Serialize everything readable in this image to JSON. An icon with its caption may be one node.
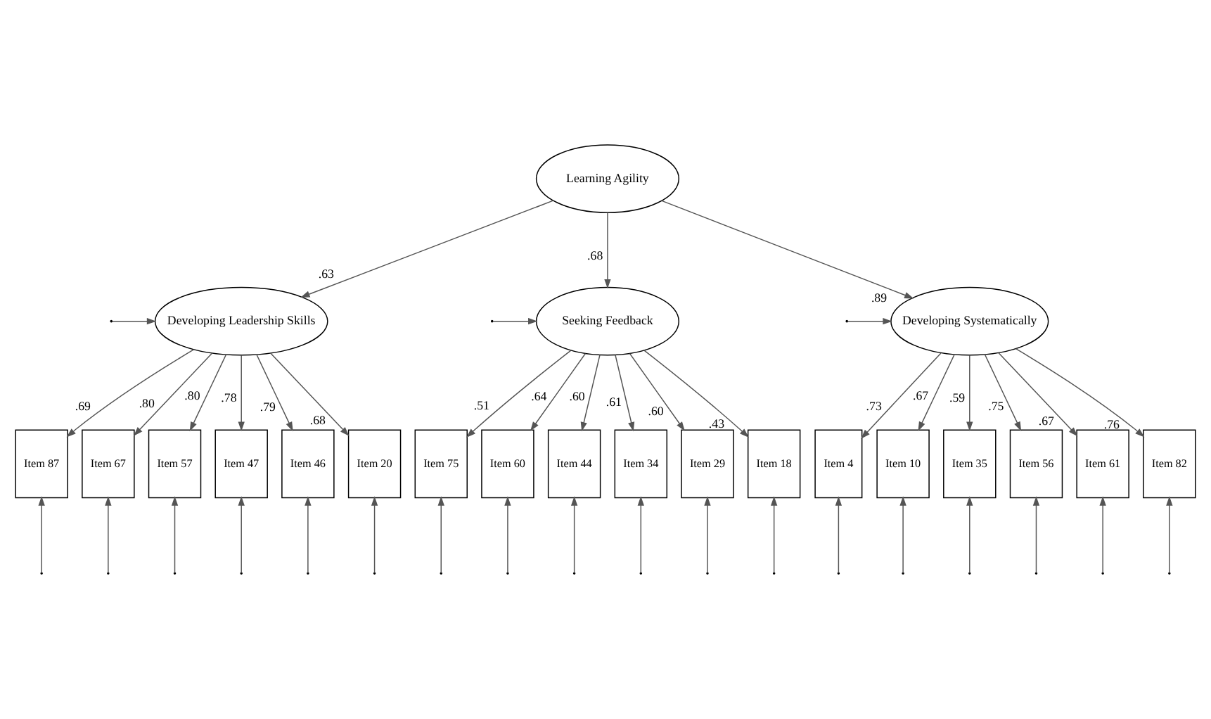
{
  "diagram": {
    "nodes": [
      {
        "text": [
          "Learning Agility"
        ]
      },
      {
        "text": [
          "Developing Leadership Skills"
        ]
      },
      {
        "text": [
          "Seeking Feedback"
        ]
      },
      {
        "text": [
          "Developing Systematically"
        ]
      },
      {
        "text": [
          "Item 87"
        ]
      },
      {
        "text": [
          "Item 67"
        ]
      },
      {
        "text": [
          "Item 57"
        ]
      },
      {
        "text": [
          "Item 47"
        ]
      },
      {
        "text": [
          "Item 46"
        ]
      },
      {
        "text": [
          "Item 20"
        ]
      },
      {
        "text": [
          "Item 75"
        ]
      },
      {
        "text": [
          "Item 60"
        ]
      },
      {
        "text": [
          "Item 44"
        ]
      },
      {
        "text": [
          "Item 34"
        ]
      },
      {
        "text": [
          "Item 29"
        ]
      },
      {
        "text": [
          "Item 18"
        ]
      },
      {
        "text": [
          "Item 4"
        ]
      },
      {
        "text": [
          "Item 10"
        ]
      },
      {
        "text": [
          "Item 35"
        ]
      },
      {
        "text": [
          "Item 56"
        ]
      },
      {
        "text": [
          "Item 61"
        ]
      },
      {
        "text": [
          "Item 82"
        ]
      }
    ],
    "edges": [
      {
        "from": 0,
        "to": 1,
        "arrow": "to",
        "label": ".63"
      },
      {
        "from": 0,
        "to": 2,
        "arrow": "to",
        "label": ".68"
      },
      {
        "from": 0,
        "to": 3,
        "arrow": "to",
        "label": ".89"
      },
      {
        "from": 1,
        "to": 4,
        "arrow": "to",
        "label": ".69"
      },
      {
        "from": 1,
        "to": 5,
        "arrow": "to",
        "label": ".80"
      },
      {
        "from": 1,
        "to": 6,
        "arrow": "to",
        "label": ".80"
      },
      {
        "from": 1,
        "to": 7,
        "arrow": "to",
        "label": ".78"
      },
      {
        "from": 1,
        "to": 8,
        "arrow": "to",
        "label": ".79"
      },
      {
        "from": 1,
        "to": 9,
        "arrow": "to",
        "label": ".68"
      },
      {
        "from": 2,
        "to": 10,
        "arrow": "to",
        "label": ".51"
      },
      {
        "from": 2,
        "to": 11,
        "arrow": "to",
        "label": ".64"
      },
      {
        "from": 2,
        "to": 12,
        "arrow": "to",
        "label": ".60"
      },
      {
        "from": 2,
        "to": 13,
        "arrow": "to",
        "label": ".61"
      },
      {
        "from": 2,
        "to": 14,
        "arrow": "to",
        "label": ".60"
      },
      {
        "from": 2,
        "to": 15,
        "arrow": "to",
        "label": ".43"
      },
      {
        "from": 3,
        "to": 16,
        "arrow": "to",
        "label": ".73"
      },
      {
        "from": 3,
        "to": 17,
        "arrow": "to",
        "label": ".67"
      },
      {
        "from": 3,
        "to": 18,
        "arrow": "to",
        "label": ".59"
      },
      {
        "from": 3,
        "to": 19,
        "arrow": "to",
        "label": ".75"
      },
      {
        "from": 3,
        "to": 20,
        "arrow": "to",
        "label": ".67"
      },
      {
        "from": 3,
        "to": 21,
        "arrow": "to",
        "label": ".76"
      },
      {
        "from": null,
        "to": 1,
        "arrow": "to"
      },
      {
        "from": null,
        "to": 2,
        "arrow": "to"
      },
      {
        "from": null,
        "to": 3,
        "arrow": "to"
      },
      {
        "from": null,
        "to": 4,
        "arrow": "to"
      },
      {
        "from": null,
        "to": 5,
        "arrow": "to"
      },
      {
        "from": null,
        "to": 6,
        "arrow": "to"
      },
      {
        "from": null,
        "to": 7,
        "arrow": "to"
      },
      {
        "from": null,
        "to": 8,
        "arrow": "to"
      },
      {
        "from": null,
        "to": 9,
        "arrow": "to"
      },
      {
        "from": null,
        "to": 10,
        "arrow": "to"
      },
      {
        "from": null,
        "to": 11,
        "arrow": "to"
      },
      {
        "from": null,
        "to": 12,
        "arrow": "to"
      },
      {
        "from": null,
        "to": 13,
        "arrow": "to"
      },
      {
        "from": null,
        "to": 14,
        "arrow": "to"
      },
      {
        "from": null,
        "to": 15,
        "arrow": "to"
      },
      {
        "from": null,
        "to": 16,
        "arrow": "to"
      },
      {
        "from": null,
        "to": 17,
        "arrow": "to"
      },
      {
        "from": null,
        "to": 18,
        "arrow": "to"
      },
      {
        "from": null,
        "to": 19,
        "arrow": "to"
      },
      {
        "from": null,
        "to": 20,
        "arrow": "to"
      },
      {
        "from": null,
        "to": 21,
        "arrow": "to"
      }
    ]
  }
}
